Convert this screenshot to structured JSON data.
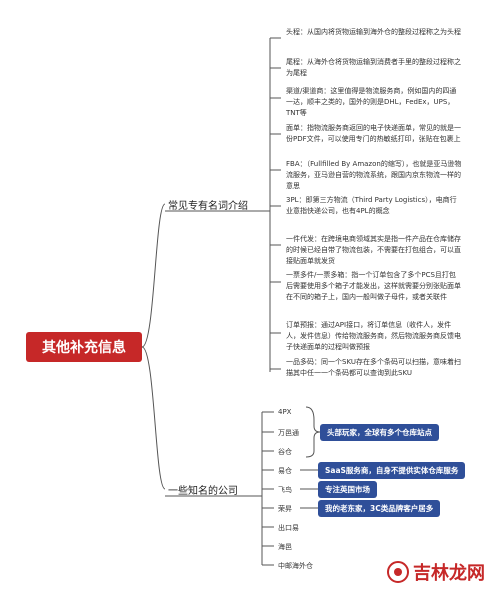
{
  "root": {
    "label": "其他补充信息"
  },
  "branches": [
    {
      "label": "常见专有名词介绍",
      "items": [
        "头程：从国内将货物运输到海外仓的整段过程称之为头程",
        "尾程：从海外仓将货物运输到消费者手里的整段过程称之为尾程",
        "渠道/渠道商：这里值得是物流服务商，例如国内的四通一达，顺丰之类的，国外的则是DHL，FedEx，UPS，TNT等",
        "面单：指物流服务商返回的电子快递面单，常见的就是一份PDF文件，可以使用专门的热敏纸打印，张贴在包裹上",
        "FBA：（Fullfilled By Amazon的缩写），也就是亚马逊物流服务，亚马逊自营的物流系统，跟国内京东物流一样的意思",
        "3PL：即第三方物流（Third Party Logistics），电商行业意指快递公司，也有4PL的概念",
        "一件代发：在跨境电商领域其实是指一件产品在仓库储存的时候已经自带了物流包装，不需要在打包组合，可以直接贴面单就发货",
        "一票多件/一票多箱：指一个订单包含了多个PCS且打包后需要使用多个箱子才能发出，这样就需要分别张贴面单在不同的箱子上，国内一般叫做子母件，或者关联件",
        "订单预报：通过API接口，将订单信息（收件人，发件人，发件信息）传给物流服务商，然后物流服务商反馈电子快递面单的过程叫做预报",
        "一品多码：同一个SKU存在多个条码可以扫描，意味着扫描其中任一一个条码都可以查询到此SKU"
      ]
    },
    {
      "label": "一些知名的公司",
      "companies": [
        "4PX",
        "万邑通",
        "谷仓",
        "易仓",
        "飞鸟",
        "荣昇",
        "出口易",
        "海邑",
        "中邮海外仓"
      ],
      "tags": [
        "头部玩家，全球有多个仓库站点",
        "SaaS服务商，自身不提供实体仓库服务",
        "专注英国市场",
        "我的老东家，3C类品牌客户居多"
      ]
    }
  ],
  "watermark": "吉林龙网",
  "colors": {
    "root": "#c62828",
    "tag": "#2f4f99",
    "line": "#555555"
  }
}
